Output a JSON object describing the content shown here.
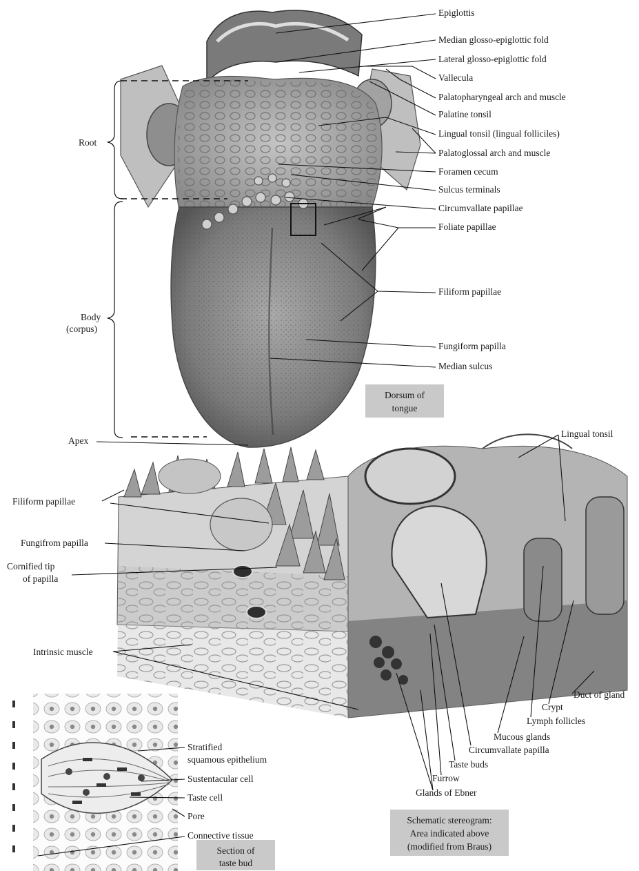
{
  "tongue_labels": {
    "epiglottis": "Epiglottis",
    "median_fold": "Median glosso-epiglottic fold",
    "lateral_fold": "Lateral glosso-epiglottic fold",
    "vallecula": "Vallecula",
    "palatopharyngeal": "Palatopharyngeal arch and muscle",
    "palatine_tonsil": "Palatine tonsil",
    "lingual_tonsil_follicles": "Lingual tonsil (lingual folliciles)",
    "palatoglossal": "Palatoglossal arch and muscle",
    "foramen_cecum": "Foramen cecum",
    "sulcus_terminals": "Sulcus terminals",
    "circumvallate": "Circumvallate papillae",
    "foliate": "Foliate papillae",
    "filiform": "Filiform papillae",
    "fungiform": "Fungiform papilla",
    "median_sulcus": "Median sulcus",
    "root": "Root",
    "body_line1": "Body",
    "body_line2": "(corpus)",
    "apex": "Apex"
  },
  "tongue_caption": [
    "Dorsum of",
    "tongue"
  ],
  "stereogram_labels": {
    "lingual_tonsil": "Lingual tonsil",
    "filiform_papillae": "Filiform papillae",
    "fungifrom_papilla": "Fungifrom papilla",
    "cornified_line1": "Cornified tip",
    "cornified_line2": "of papilla",
    "intrinsic_muscle": "Intrinsic muscle",
    "duct_of_gland": "Duct of gland",
    "crypt": "Crypt",
    "lymph_follicles": "Lymph follicles",
    "mucous_glands": "Mucous glands",
    "circumvallate_papilla": "Circumvallate papilla",
    "taste_buds": "Taste buds",
    "furrow": "Furrow",
    "glands_of_ebner": "Glands of Ebner"
  },
  "stereogram_caption": [
    "Schematic stereogram:",
    "Area indicated above",
    "(modified from Braus)"
  ],
  "taste_bud_labels": {
    "stratified_line1": "Stratified",
    "stratified_line2": "squamous epithelium",
    "sustentacular": "Sustentacular cell",
    "taste_cell": "Taste cell",
    "pore": "Pore",
    "connective": "Connective tissue"
  },
  "taste_bud_caption": [
    "Section of",
    "taste bud"
  ],
  "colors": {
    "caption_box": "#c9c9c9",
    "tissue_dark": "#5a5a5a",
    "tissue_mid": "#9a9a9a",
    "tissue_light": "#d8d8d8"
  }
}
